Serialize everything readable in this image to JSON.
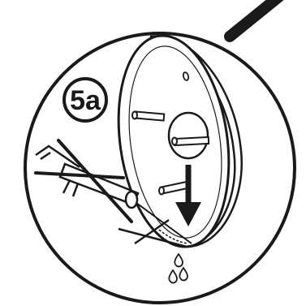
{
  "step_label": "5a",
  "colors": {
    "line": "#1a1a1a",
    "background": "#ffffff"
  },
  "icons": [
    "cable",
    "bubble-frame",
    "round-disc",
    "mounting-pins",
    "down-arrow",
    "crossed-out-tool",
    "water-drops"
  ]
}
